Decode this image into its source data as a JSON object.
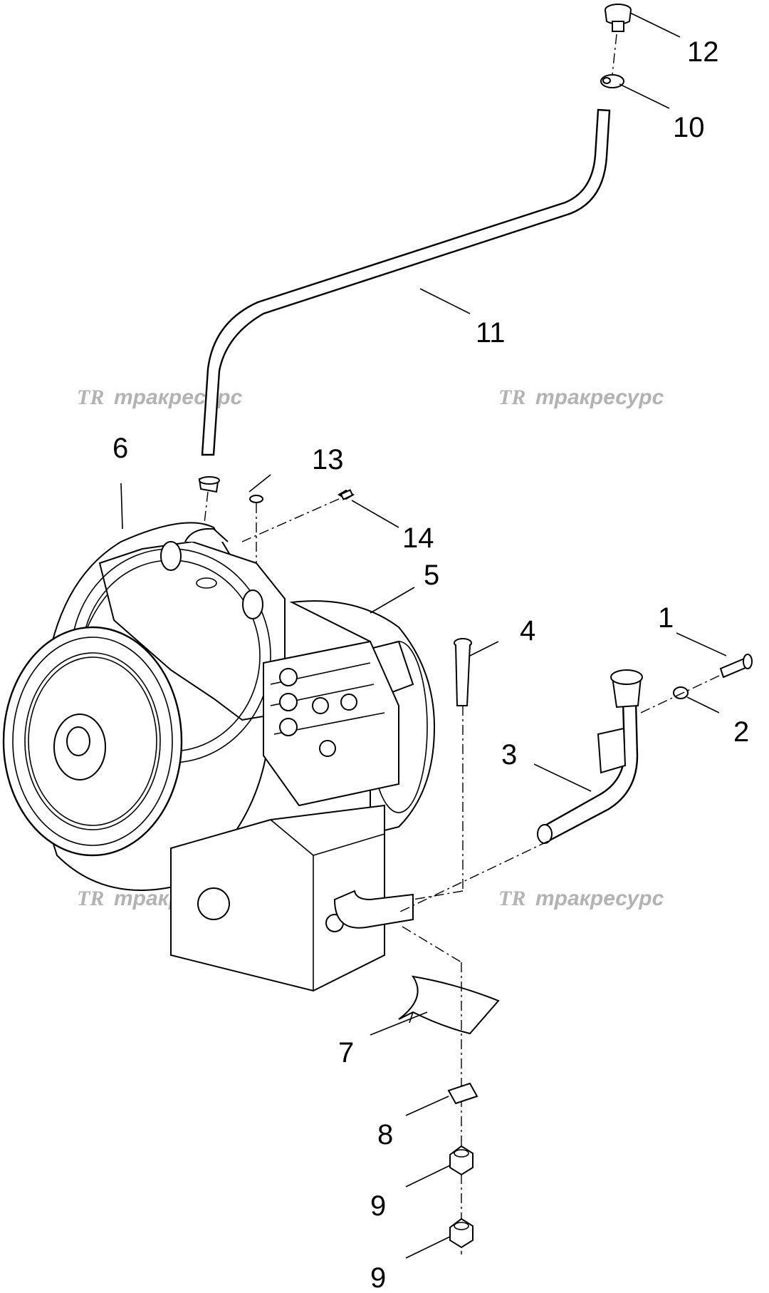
{
  "diagram": {
    "callouts": [
      {
        "id": "c1",
        "label": "1"
      },
      {
        "id": "c2",
        "label": "2"
      },
      {
        "id": "c3",
        "label": "3"
      },
      {
        "id": "c4",
        "label": "4"
      },
      {
        "id": "c5",
        "label": "5"
      },
      {
        "id": "c6",
        "label": "6"
      },
      {
        "id": "c7",
        "label": "7"
      },
      {
        "id": "c8",
        "label": "8"
      },
      {
        "id": "c9a",
        "label": "9"
      },
      {
        "id": "c9b",
        "label": "9"
      },
      {
        "id": "c10",
        "label": "10"
      },
      {
        "id": "c11",
        "label": "11"
      },
      {
        "id": "c12",
        "label": "12"
      },
      {
        "id": "c13",
        "label": "13"
      },
      {
        "id": "c14",
        "label": "14"
      }
    ],
    "watermark": {
      "logo": "TR",
      "text": "тракресурс",
      "color": "#b3b3b3"
    }
  }
}
